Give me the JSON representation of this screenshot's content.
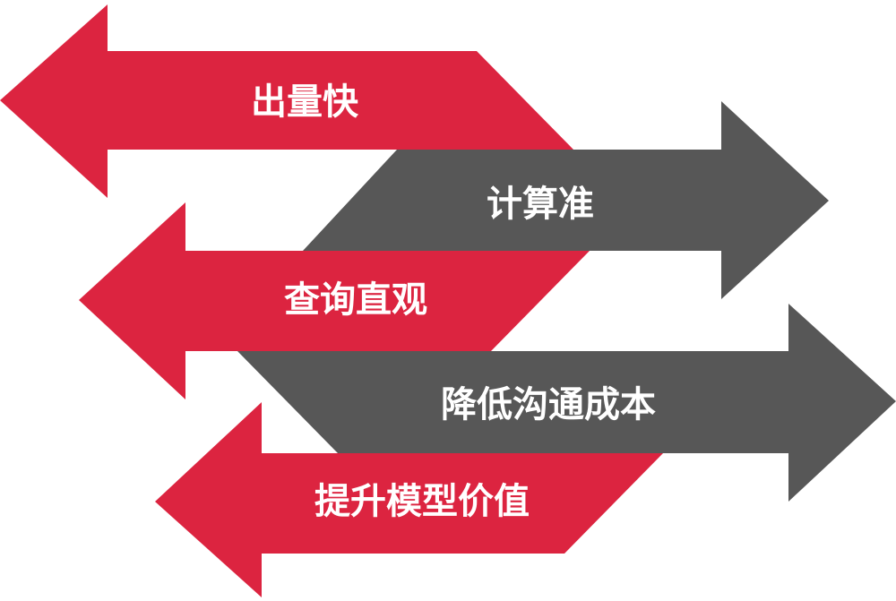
{
  "colors": {
    "red": "#DC2440",
    "gray": "#575757",
    "text": "#FFFFFF",
    "background": "#FFFFFF"
  },
  "arrows": [
    {
      "label": "出量快",
      "direction": "left",
      "color": "red"
    },
    {
      "label": "计算准",
      "direction": "right",
      "color": "gray"
    },
    {
      "label": "查询直观",
      "direction": "left",
      "color": "red"
    },
    {
      "label": "降低沟通成本",
      "direction": "right",
      "color": "gray"
    },
    {
      "label": "提升模型价值",
      "direction": "left",
      "color": "red"
    }
  ]
}
